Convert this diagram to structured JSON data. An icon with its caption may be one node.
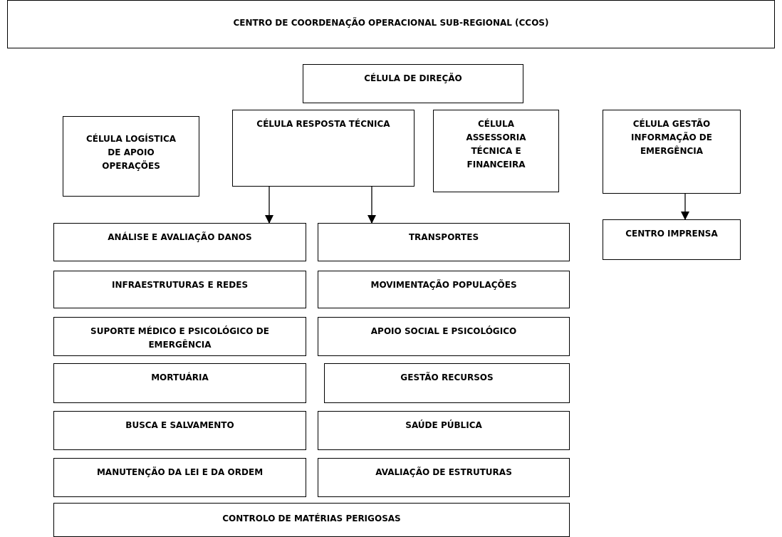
{
  "diagram": {
    "nodes": [
      {
        "text": [
          "CENTRO DE COORDENAÇÃO OPERACIONAL SUB-REGIONAL (CCOS)"
        ]
      },
      {
        "text": [
          "CÉLULA DE DIREÇÃO"
        ]
      },
      {
        "text": [
          "CÉLULA LOGÍSTICA DE APOIO OPERAÇÕES"
        ]
      },
      {
        "text": [
          "CÉLULA RESPOSTA TÉCNICA"
        ]
      },
      {
        "text": [
          "CÉLULA ASSESSORIA TÉCNICA E FINANCEIRA"
        ]
      },
      {
        "text": [
          "CÉLULA GESTÃO INFORMAÇÃO  DE EMERGÊNCIA"
        ]
      },
      {
        "text": [
          "ANÁLISE E AVALIAÇÃO DANOS"
        ]
      },
      {
        "text": [
          "TRANSPORTES"
        ]
      },
      {
        "text": [
          "CENTRO IMPRENSA"
        ]
      },
      {
        "text": [
          "INFRAESTRUTURAS E REDES"
        ]
      },
      {
        "text": [
          "MOVIMENTAÇÃO POPULAÇÕES"
        ]
      },
      {
        "text": [
          "SUPORTE MÉDICO E PSICOLÓGICO DE EMERGÊNCIA"
        ]
      },
      {
        "text": [
          "APOIO SOCIAL E PSICOLÓGICO"
        ]
      },
      {
        "text": [
          "MORTUÁRIA"
        ]
      },
      {
        "text": [
          "GESTÃO RECURSOS"
        ]
      },
      {
        "text": [
          "BUSCA E SALVAMENTO"
        ]
      },
      {
        "text": [
          "SAÚDE PÚBLICA"
        ]
      },
      {
        "text": [
          "MANUTENÇÃO DA LEI E DA ORDEM"
        ]
      },
      {
        "text": [
          "AVALIAÇÃO DE ESTRUTURAS"
        ]
      },
      {
        "text": [
          "CONTROLO DE MATÉRIAS PERIGOSAS"
        ]
      }
    ],
    "edges": [
      {
        "from": 3,
        "to": 6,
        "arrow": "to"
      },
      {
        "from": 3,
        "to": 7,
        "arrow": "to"
      },
      {
        "from": 5,
        "to": 8,
        "arrow": "to"
      }
    ]
  }
}
